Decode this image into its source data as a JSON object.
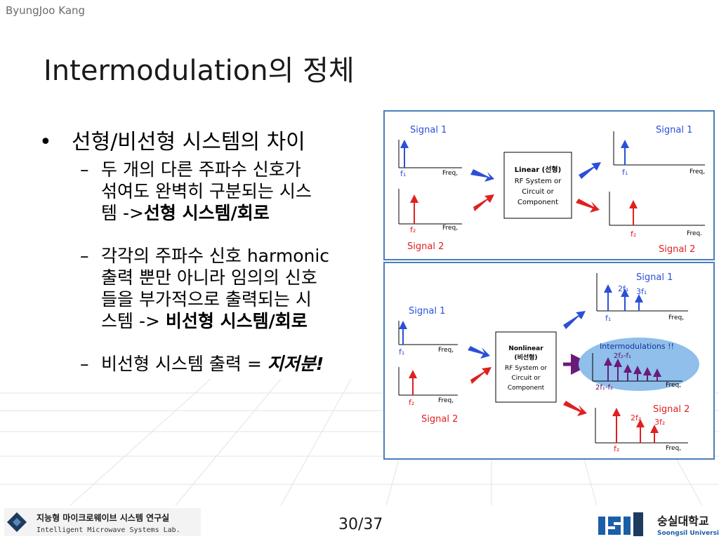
{
  "header": {
    "author": "ByungJoo Kang"
  },
  "title": "Intermodulation의 정체",
  "bullets": {
    "main": "선형/비선형 시스템의 차이",
    "sub1": {
      "lines": [
        "두 개의 다른 주파수 신호가",
        "섞여도 완벽히 구분되는 시스",
        "템 ->"
      ],
      "bold": "선형 시스템/회로"
    },
    "sub2": {
      "lines": [
        "각각의 주파수 신호 harmonic",
        "출력 뿐만 아니라 임의의 신호",
        "들을 부가적으로 출력되는 시",
        "스템 ->"
      ],
      "bold": "비선형 시스템/회로"
    },
    "sub3": {
      "text": "비선형 시스템 출력 =",
      "bold_italic": "지저분!"
    }
  },
  "diagram_linear": {
    "signal1": "Signal 1",
    "signal2": "Signal 2",
    "f1": "f₁",
    "f2": "f₂",
    "freq": "Freq,",
    "freq2": "Freq.",
    "box_title": "Linear (선형)",
    "box_line1": "RF System or",
    "box_line2": "Circuit or",
    "box_line3": "Component",
    "out_signal1": "Signal 1",
    "out_signal2": "Signal 2"
  },
  "diagram_nonlinear": {
    "signal1": "Signal 1",
    "signal2": "Signal 2",
    "f1": "f₁",
    "f2": "f₂",
    "freq": "Freq,",
    "box_title": "Nonlinear",
    "box_subtitle": "(비선형)",
    "box_line1": "RF System or",
    "box_line2": "Circuit or",
    "box_line3": "Component",
    "out_signal1": "Signal 1",
    "out_2f1": "2f₁",
    "out_3f1": "3f₁",
    "intermod_title": "Intermodulations !!",
    "im_upper": "2f₂-f₁",
    "im_lower": "2f₁-f₂",
    "out_signal2": "Signal 2",
    "out_2f2": "2f₂",
    "out_3f2": "3f₂"
  },
  "footer": {
    "lab_korean": "지능형 마이크로웨이브 시스템 연구실",
    "lab_english": "Intelligent Microwave Systems Lab.",
    "page": "30/37",
    "univ_korean": "숭실대학교",
    "univ_english": "Soongsil University"
  },
  "colors": {
    "blue": "#2b4fd8",
    "red": "#e02020",
    "frame": "#4a7ebb",
    "ellipse": "#8fbfea",
    "purple": "#6a1b7a"
  }
}
